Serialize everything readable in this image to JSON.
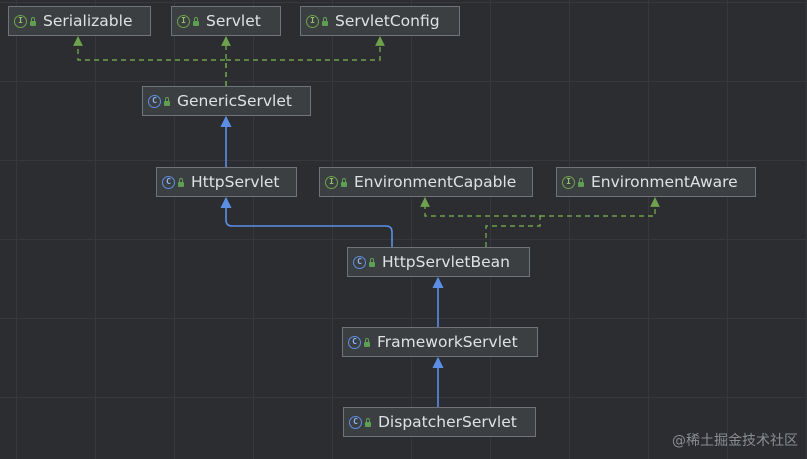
{
  "nodes": {
    "serializable": {
      "kind": "interface",
      "badge": "I",
      "label": "Serializable"
    },
    "servlet": {
      "kind": "interface",
      "badge": "I",
      "label": "Servlet"
    },
    "servlet_config": {
      "kind": "interface",
      "badge": "I",
      "label": "ServletConfig"
    },
    "generic_servlet": {
      "kind": "class",
      "badge": "C",
      "label": "GenericServlet"
    },
    "http_servlet": {
      "kind": "class",
      "badge": "C",
      "label": "HttpServlet"
    },
    "environment_capable": {
      "kind": "interface",
      "badge": "I",
      "label": "EnvironmentCapable"
    },
    "environment_aware": {
      "kind": "interface",
      "badge": "I",
      "label": "EnvironmentAware"
    },
    "http_servlet_bean": {
      "kind": "class",
      "badge": "C",
      "label": "HttpServletBean"
    },
    "framework_servlet": {
      "kind": "class",
      "badge": "C",
      "label": "FrameworkServlet"
    },
    "dispatcher_servlet": {
      "kind": "class",
      "badge": "C",
      "label": "DispatcherServlet"
    }
  },
  "relations": [
    {
      "from": "GenericServlet",
      "to": "Serializable",
      "type": "implements"
    },
    {
      "from": "GenericServlet",
      "to": "Servlet",
      "type": "implements"
    },
    {
      "from": "GenericServlet",
      "to": "ServletConfig",
      "type": "implements"
    },
    {
      "from": "HttpServlet",
      "to": "GenericServlet",
      "type": "extends"
    },
    {
      "from": "HttpServletBean",
      "to": "HttpServlet",
      "type": "extends"
    },
    {
      "from": "HttpServletBean",
      "to": "EnvironmentCapable",
      "type": "implements"
    },
    {
      "from": "HttpServletBean",
      "to": "EnvironmentAware",
      "type": "implements"
    },
    {
      "from": "FrameworkServlet",
      "to": "HttpServletBean",
      "type": "extends"
    },
    {
      "from": "DispatcherServlet",
      "to": "FrameworkServlet",
      "type": "extends"
    }
  ],
  "colors": {
    "background": "#2b2d30",
    "grid": "#36383c",
    "node_fill": "#3c3f41",
    "node_border": "#6f737a",
    "node_text": "#dfe1e5",
    "extends_arrow": "#5b8fe6",
    "implements_arrow": "#6ea24c",
    "interface_badge": "#6ea24c",
    "class_badge": "#5b8fe6"
  },
  "watermark": "@稀土掘金技术社区"
}
